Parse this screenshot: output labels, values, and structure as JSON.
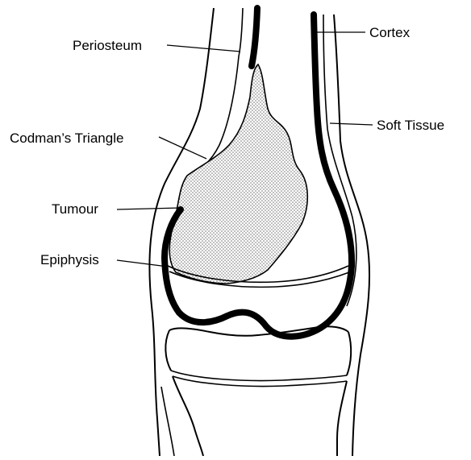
{
  "labels": {
    "periosteum": "Periosteum",
    "codmans_triangle": "Codman’s Triangle",
    "tumour": "Tumour",
    "epiphysis": "Epiphysis",
    "cortex": "Cortex",
    "soft_tissue": "Soft Tissue"
  },
  "colors": {
    "line": "#000000",
    "tumour_dots": "#707070",
    "background": "#ffffff"
  }
}
